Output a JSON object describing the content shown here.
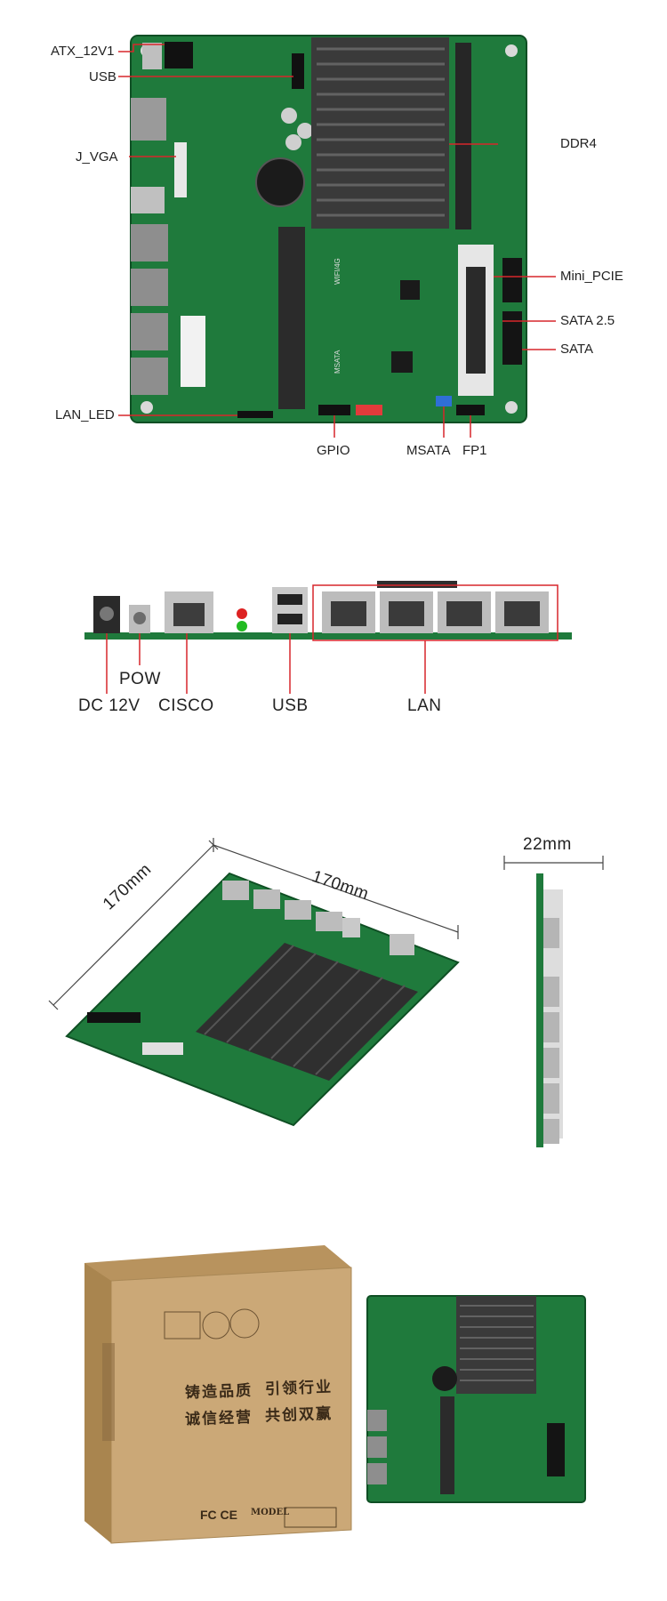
{
  "section1": {
    "labels": {
      "atx": "ATX_12V1",
      "usb": "USB",
      "jvga": "J_VGA",
      "lanled": "LAN_LED",
      "ddr4": "DDR4",
      "minipcie": "Mini_PCIE",
      "sata25": "SATA 2.5",
      "sata": "SATA",
      "gpio": "GPIO",
      "msata": "MSATA",
      "fp1": "FP1"
    },
    "board_print": "WIFI/4G",
    "board_print2": "MSATA"
  },
  "section2": {
    "labels": {
      "pow": "POW",
      "dc12v": "DC 12V",
      "cisco": "CISCO",
      "usb": "USB",
      "lan": "LAN"
    }
  },
  "section3": {
    "dims": {
      "width": "170mm",
      "depth": "170mm",
      "height": "22mm"
    }
  },
  "section4": {
    "box_slogan_1": "铸造品质",
    "box_slogan_2": "引领行业",
    "box_slogan_3": "诚信经营",
    "box_slogan_4": "共创双赢",
    "model_label": "MODEL",
    "cert_marks": "FC CE"
  },
  "colors": {
    "pcb_green": "#1f7a3c",
    "callout_red": "#d7262b",
    "heatsink": "#3a3a3a",
    "cardboard": "#c9a676"
  }
}
